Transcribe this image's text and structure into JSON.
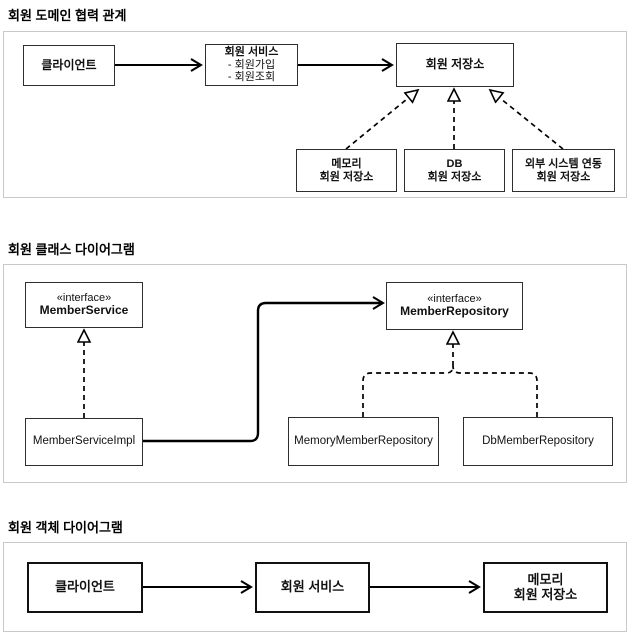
{
  "page": {
    "background": "#ffffff",
    "line_color": "#000000",
    "box_border_color": "#2e2e2e",
    "panel_border_color": "#c9c9c9"
  },
  "sections": {
    "domain_collab": {
      "title": "회원 도메인 협력 관계",
      "boxes": {
        "client": "클라이언트",
        "service_title": "회원 서비스",
        "service_item1": "- 회원가입",
        "service_item2": "- 회원조회",
        "repository": "회원 저장소",
        "memory_line1": "메모리",
        "memory_line2": "회원 저장소",
        "db_line1": "DB",
        "db_line2": "회원 저장소",
        "external_line1": "외부 시스템 연동",
        "external_line2": "회원 저장소"
      }
    },
    "class_diagram": {
      "title": "회원 클래스 다이어그램",
      "boxes": {
        "service_stereotype": "«interface»",
        "service_name": "MemberService",
        "repository_stereotype": "«interface»",
        "repository_name": "MemberRepository",
        "service_impl": "MemberServiceImpl",
        "memory_repository": "MemoryMemberRepository",
        "db_repository": "DbMemberRepository"
      }
    },
    "object_diagram": {
      "title": "회원 객체 다이어그램",
      "boxes": {
        "client": "클라이언트",
        "service": "회원 서비스",
        "memory_line1": "메모리",
        "memory_line2": "회원 저장소"
      }
    }
  }
}
